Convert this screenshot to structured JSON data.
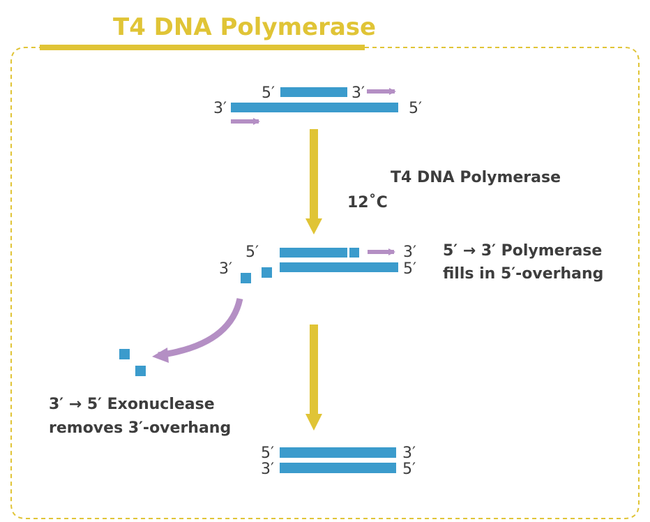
{
  "title": "T4 DNA Polymerase",
  "colors": {
    "accent": "#e0c436",
    "dna": "#3b9bcc",
    "arrow": "#b48fc4",
    "text": "#3d3d3d"
  },
  "step1": {
    "top_left": "5′",
    "top_right": "3′",
    "bottom_left": "3′",
    "bottom_right": "5′"
  },
  "conditions": {
    "enzyme": "T4 DNA Polymerase",
    "temperature": "12˚C"
  },
  "step2": {
    "top_left": "5′",
    "top_right": "3′",
    "bottom_left": "3′",
    "bottom_right": "5′",
    "polymerase_line1": "5′ → 3′  Polymerase",
    "polymerase_line2": "fills in 5′-overhang"
  },
  "exonuclease": {
    "line1": "3′ → 5′  Exonuclease",
    "line2": "removes 3′-overhang"
  },
  "step3": {
    "top_left": "5′",
    "top_right": "3′",
    "bottom_left": "3′",
    "bottom_right": "5′"
  }
}
